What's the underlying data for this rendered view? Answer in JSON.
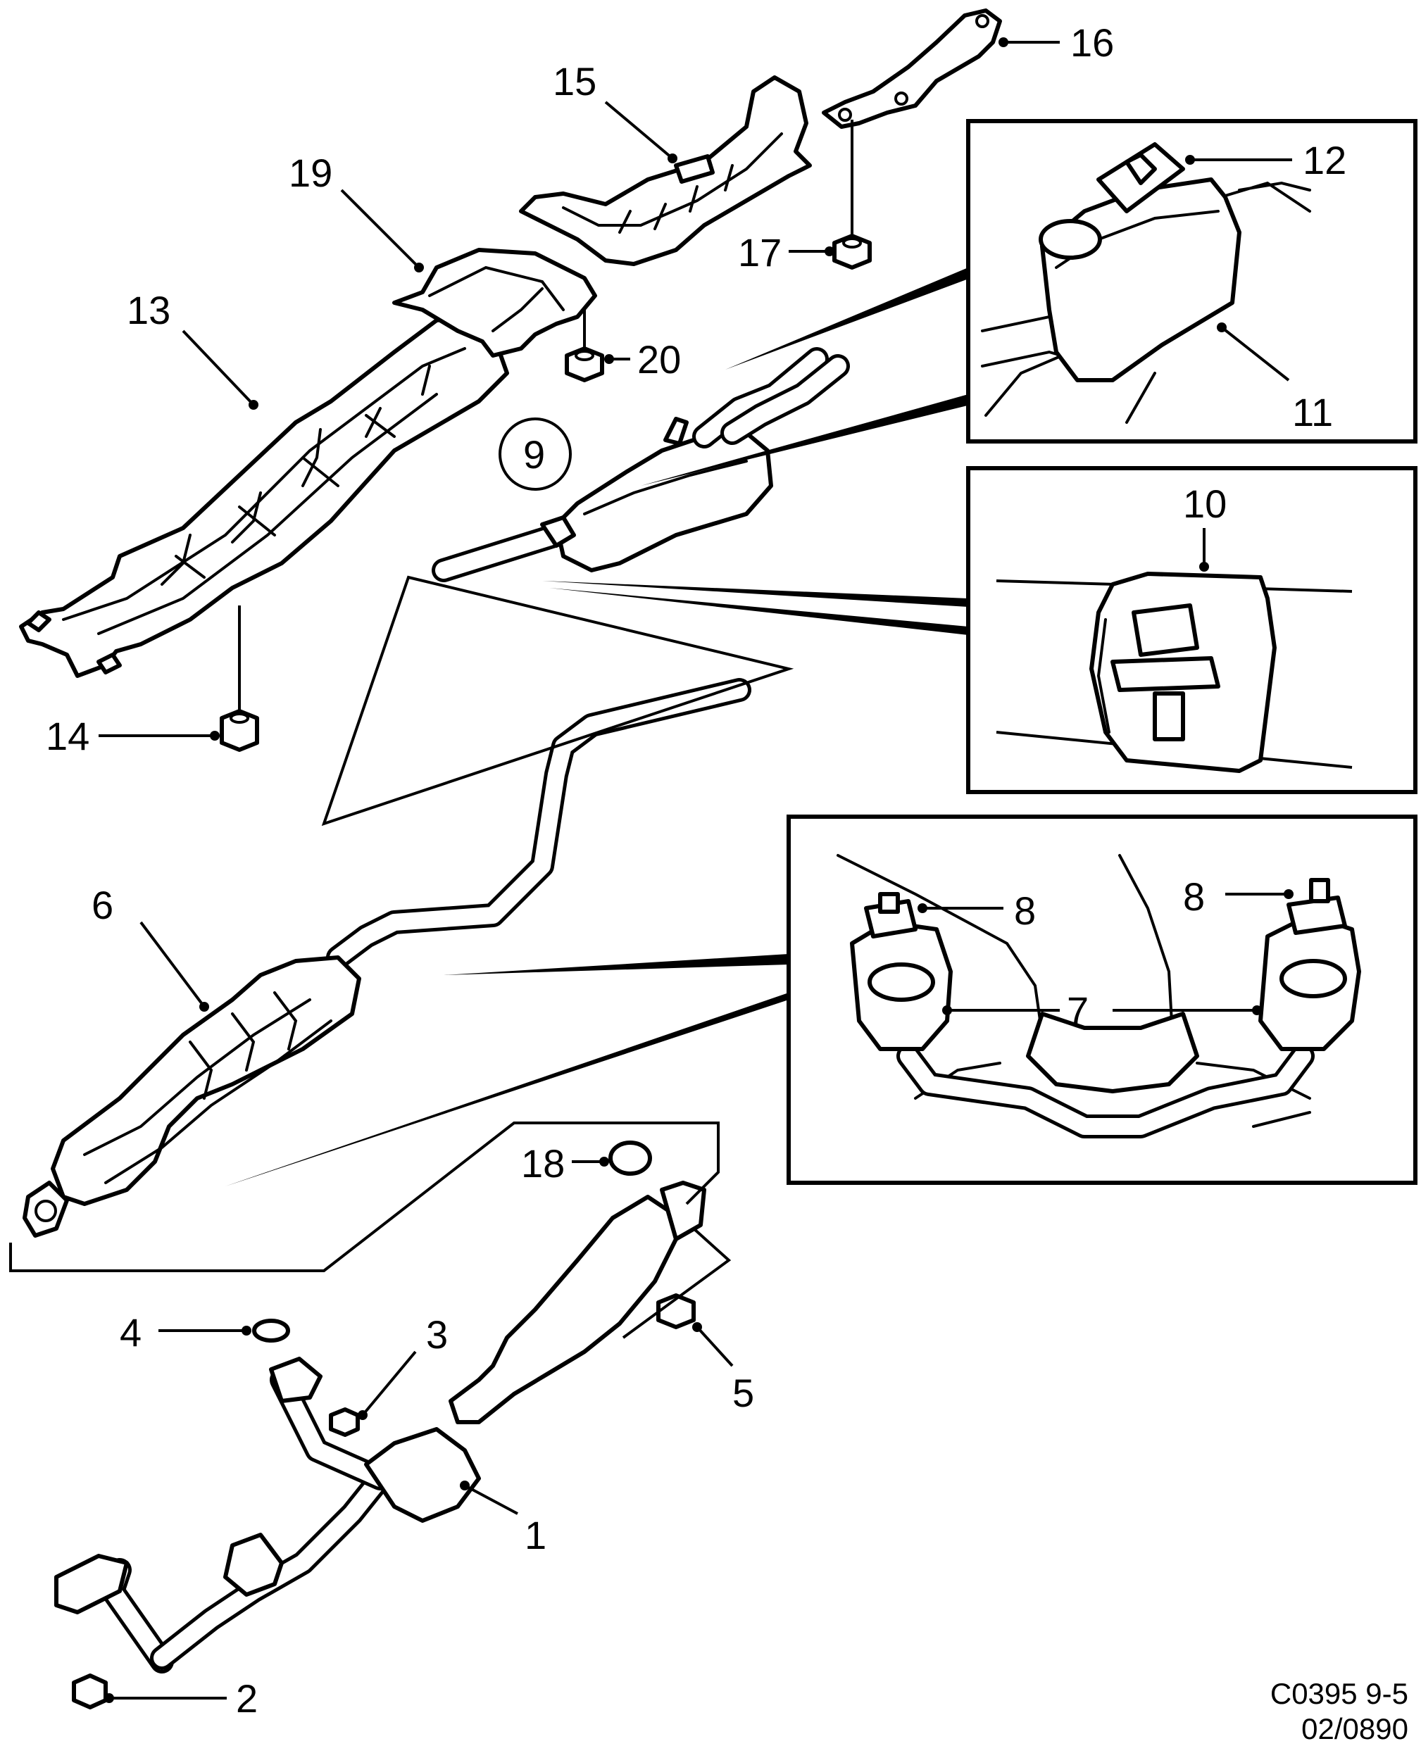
{
  "callouts": {
    "c1": "1",
    "c2": "2",
    "c3": "3",
    "c4": "4",
    "c5": "5",
    "c6": "6",
    "c7": "7",
    "c8a": "8",
    "c8b": "8",
    "c9": "9",
    "c10": "10",
    "c11": "11",
    "c12": "12",
    "c13": "13",
    "c14": "14",
    "c15": "15",
    "c16": "16",
    "c17": "17",
    "c18": "18",
    "c19": "19",
    "c20": "20"
  },
  "reference": {
    "code": "C0395 9-5",
    "date": "02/0890"
  }
}
